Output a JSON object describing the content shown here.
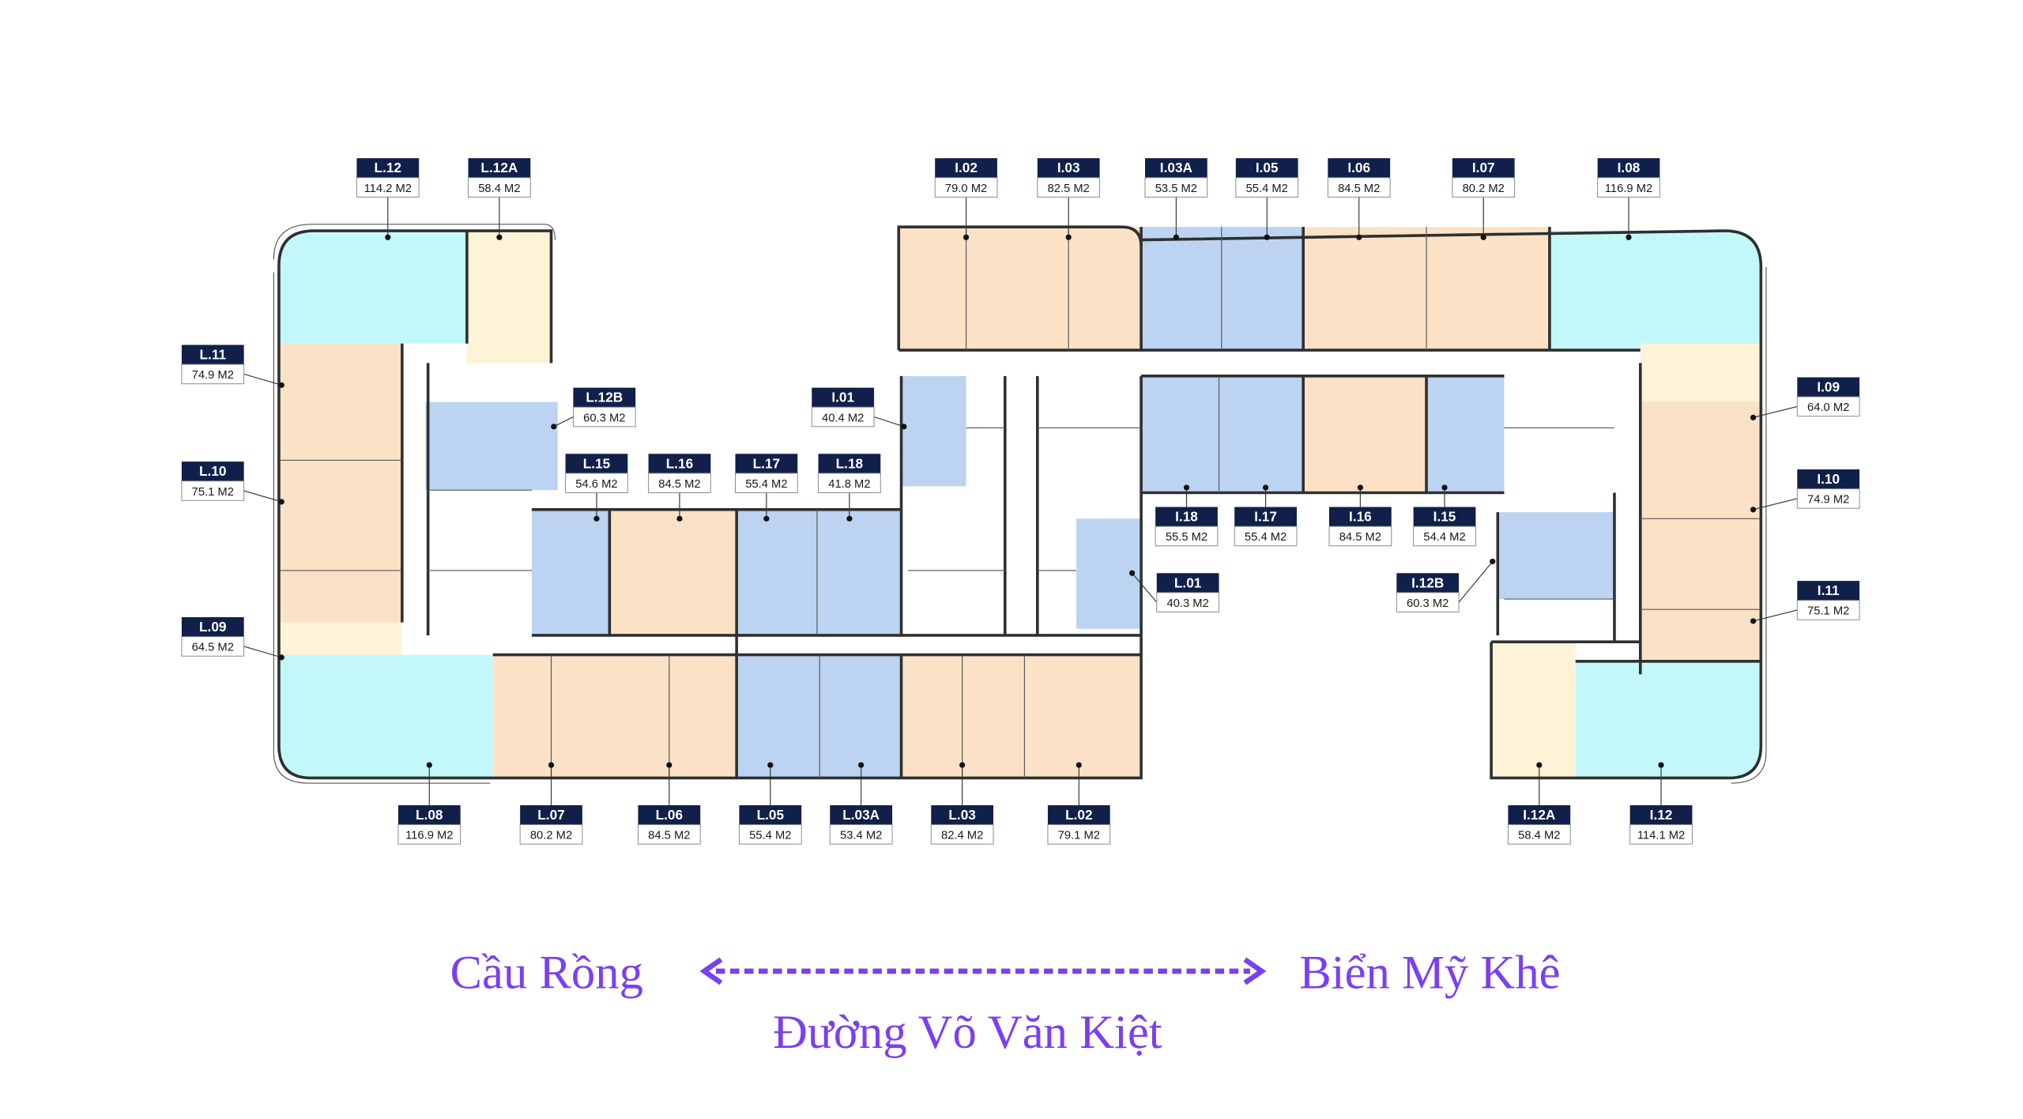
{
  "colors": {
    "label_header": "#10204a",
    "unit_peach": "#fbe2c6",
    "unit_blue": "#bcd4f1",
    "unit_cyan": "#c2f8fa",
    "unit_cream": "#fdf3d6",
    "direction_text": "#7b3ff2"
  },
  "units": [
    {
      "code": "L.12",
      "area": "114.2 M2"
    },
    {
      "code": "L.12A",
      "area": "58.4 M2"
    },
    {
      "code": "I.02",
      "area": "79.0 M2"
    },
    {
      "code": "I.03",
      "area": "82.5 M2"
    },
    {
      "code": "I.03A",
      "area": "53.5 M2"
    },
    {
      "code": "I.05",
      "area": "55.4 M2"
    },
    {
      "code": "I.06",
      "area": "84.5 M2"
    },
    {
      "code": "I.07",
      "area": "80.2 M2"
    },
    {
      "code": "I.08",
      "area": "116.9 M2"
    },
    {
      "code": "L.11",
      "area": "74.9 M2"
    },
    {
      "code": "L.10",
      "area": "75.1 M2"
    },
    {
      "code": "L.09",
      "area": "64.5 M2"
    },
    {
      "code": "L.12B",
      "area": "60.3 M2"
    },
    {
      "code": "I.01",
      "area": "40.4 M2"
    },
    {
      "code": "L.15",
      "area": "54.6 M2"
    },
    {
      "code": "L.16",
      "area": "84.5 M2"
    },
    {
      "code": "L.17",
      "area": "55.4 M2"
    },
    {
      "code": "L.18",
      "area": "41.8 M2"
    },
    {
      "code": "I.18",
      "area": "55.5 M2"
    },
    {
      "code": "I.17",
      "area": "55.4 M2"
    },
    {
      "code": "I.16",
      "area": "84.5 M2"
    },
    {
      "code": "I.15",
      "area": "54.4 M2"
    },
    {
      "code": "L.01",
      "area": "40.3 M2"
    },
    {
      "code": "I.12B",
      "area": "60.3 M2"
    },
    {
      "code": "I.09",
      "area": "64.0 M2"
    },
    {
      "code": "I.10",
      "area": "74.9 M2"
    },
    {
      "code": "I.11",
      "area": "75.1 M2"
    },
    {
      "code": "L.08",
      "area": "116.9 M2"
    },
    {
      "code": "L.07",
      "area": "80.2 M2"
    },
    {
      "code": "L.06",
      "area": "84.5 M2"
    },
    {
      "code": "L.05",
      "area": "55.4 M2"
    },
    {
      "code": "L.03A",
      "area": "53.4 M2"
    },
    {
      "code": "L.03",
      "area": "82.4 M2"
    },
    {
      "code": "L.02",
      "area": "79.1 M2"
    },
    {
      "code": "I.12A",
      "area": "58.4 M2"
    },
    {
      "code": "I.12",
      "area": "114.1 M2"
    }
  ],
  "directions": {
    "left": "Cầu Rồng",
    "right": "Biển Mỹ Khê",
    "street": "Đường Võ Văn Kiệt"
  }
}
